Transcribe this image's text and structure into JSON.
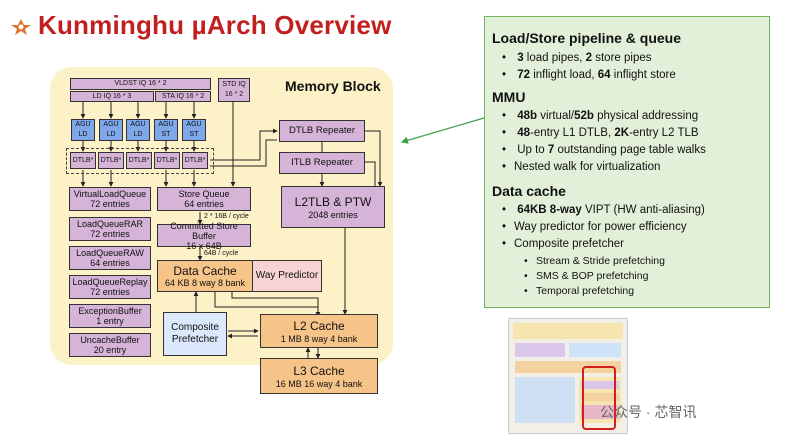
{
  "title": "Kunminghu µArch Overview",
  "memory_block": {
    "title": "Memory Block",
    "vldst_iq": "VLDST IQ 16 * 2",
    "ld_iq": "LD IQ 16 * 3",
    "sta_iq": "STA IQ 16 * 2",
    "std_iq": "STD IQ\n16 * 2",
    "agu": [
      "AGU\nLD",
      "AGU\nLD",
      "AGU\nLD",
      "AGU\nST",
      "AGU\nST"
    ],
    "dtlb": "DTLB*",
    "virtual_load_queue": "VirtualLoadQueue\n72 entries",
    "load_queue_rar": "LoadQueueRAR\n72 entries",
    "load_queue_raw": "LoadQueueRAW\n64 entries",
    "load_queue_replay": "LoadQueueReplay\n72 entries",
    "exception_buffer": "ExceptionBuffer\n1 entry",
    "uncache_buffer": "UncacheBuffer\n20 entry",
    "store_queue": "Store Queue\n64 entries",
    "sq_width": "2 * 16B / cycle",
    "committed_store_buffer": "Committed Store Buffer\n16 x 64B",
    "csb_width": "64B / cycle",
    "data_cache_name": "Data Cache",
    "data_cache_desc": "64 KB 8 way 8 bank",
    "way_predictor": "Way Predictor",
    "composite_prefetcher": "Composite\nPrefetcher",
    "dtlb_repeater": "DTLB Repeater",
    "itlb_repeater": "ITLB Repeater",
    "l2tlb_name": "L2TLB & PTW",
    "l2tlb_desc": "2048 entries",
    "l2_name": "L2 Cache",
    "l2_desc": "1 MB 8 way 4 bank",
    "l3_name": "L3 Cache",
    "l3_desc": "16 MB 16 way 4 bank"
  },
  "info": {
    "lsq_heading": "Load/Store pipeline & queue",
    "lsq_1a": "3",
    "lsq_1b": " load pipes, ",
    "lsq_1c": "2",
    "lsq_1d": " store pipes",
    "lsq_2a": "72",
    "lsq_2b": " inflight load, ",
    "lsq_2c": "64",
    "lsq_2d": " inflight store",
    "mmu_heading": "MMU",
    "mmu_1a": "48b",
    "mmu_1b": " virtual/",
    "mmu_1c": "52b",
    "mmu_1d": " physical addressing",
    "mmu_2a": "48",
    "mmu_2b": "-entry L1 DTLB, ",
    "mmu_2c": "2K",
    "mmu_2d": "-entry L2 TLB",
    "mmu_3a": "Up to ",
    "mmu_3b": "7",
    "mmu_3c": " outstanding page table walks",
    "mmu_4": "Nested walk for virtualization",
    "dc_heading": "Data cache",
    "dc_1a": "64KB 8-way",
    "dc_1b": " VIPT (HW anti-aliasing)",
    "dc_2": "Way predictor for power efficiency",
    "dc_3": "Composite prefetcher",
    "dc_3_sub": [
      "Stream & Stride prefetching",
      "SMS & BOP prefetching",
      "Temporal prefetching"
    ]
  },
  "watermark": "公众号 · 芯智讯"
}
